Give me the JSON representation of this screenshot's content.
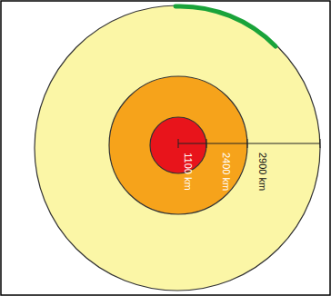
{
  "diagram": {
    "labels": [
      "1100 km",
      "2400 km",
      "2900 km"
    ]
  }
}
